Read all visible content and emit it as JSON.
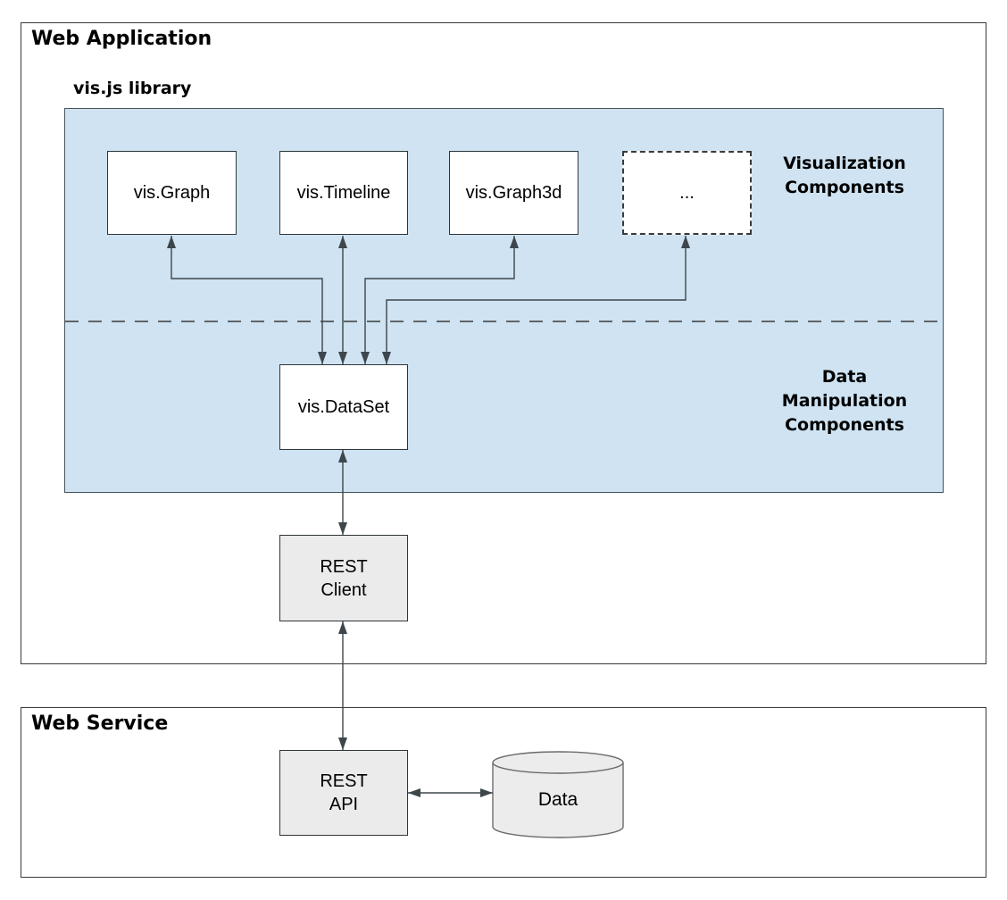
{
  "application": {
    "title": "Web Application",
    "library": {
      "title": "vis.js library",
      "visualization_components": [
        {
          "label": "vis.Graph"
        },
        {
          "label": "vis.Timeline"
        },
        {
          "label": "vis.Graph3d"
        },
        {
          "label": "..."
        }
      ],
      "visualization_group_label": {
        "line1": "Visualization",
        "line2": "Components"
      },
      "data_group_label": {
        "line1": "Data",
        "line2": "Manipulation",
        "line3": "Components"
      },
      "dataset": {
        "label": "vis.DataSet"
      }
    },
    "rest_client": {
      "line1": "REST",
      "line2": "Client"
    }
  },
  "service": {
    "title": "Web Service",
    "rest_api": {
      "line1": "REST",
      "line2": "API"
    },
    "data_store": {
      "label": "Data"
    }
  },
  "colors": {
    "library_fill": "#cfe3f2",
    "component_fill": "#ffffff",
    "endpoint_fill": "#ebebeb",
    "arrow_line": "#3d464b",
    "border": "#3a3a3a",
    "text": "#000000"
  }
}
